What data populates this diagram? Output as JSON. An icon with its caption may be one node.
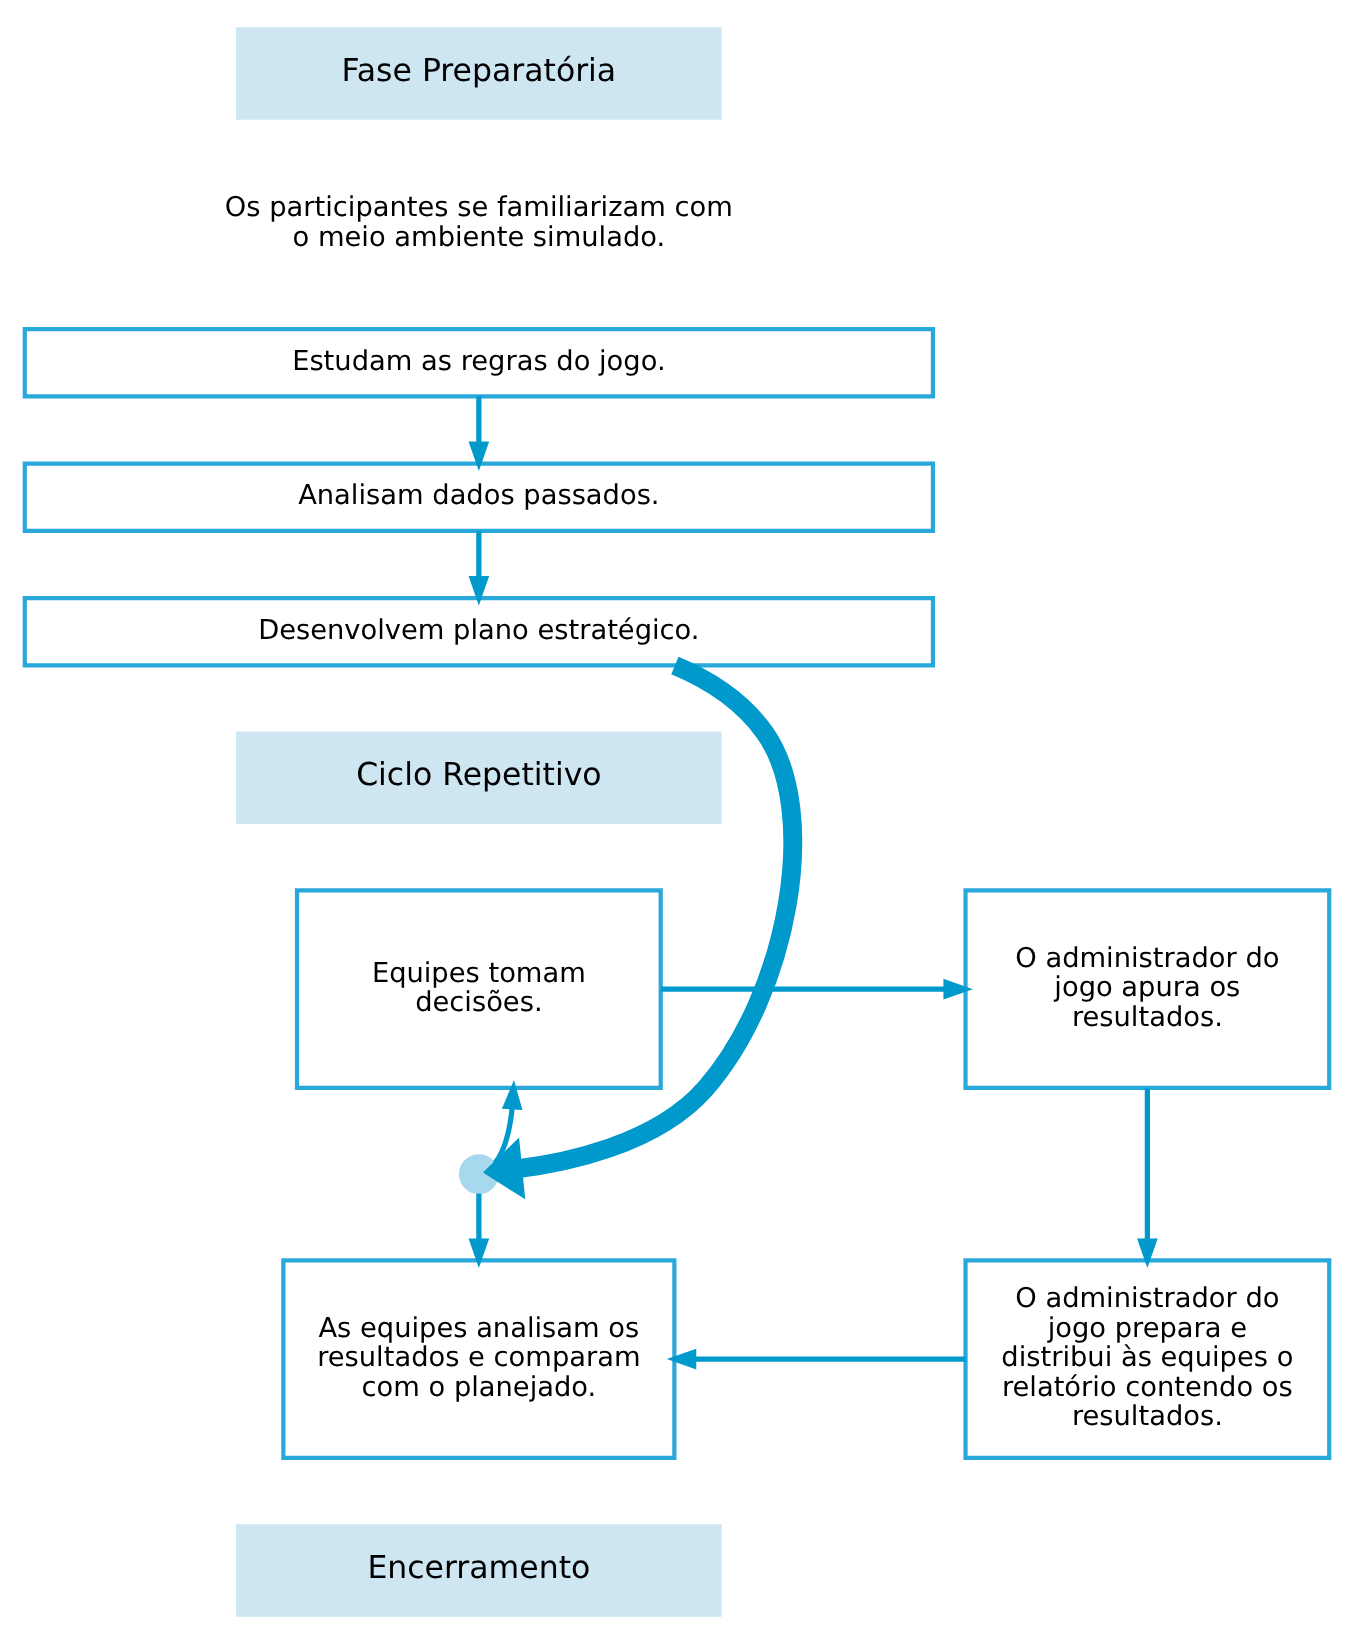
{
  "diagram": {
    "nodes": [
      {
        "text": [
          "Fase Preparatória"
        ]
      },
      {
        "text": [
          "Estudam as regras do jogo."
        ]
      },
      {
        "text": [
          "Analisam dados passados."
        ]
      },
      {
        "text": [
          "Desenvolvem plano estratégico."
        ]
      },
      {
        "text": [
          "Ciclo Repetitivo"
        ]
      },
      {
        "text": [
          "Equipes tomam decisões."
        ]
      },
      {
        "text": [
          "O administrador do jogo apura os resultados."
        ]
      },
      {
        "text": [],
        "shape": "circle"
      },
      {
        "text": [
          "As equipes analisam os resultados e comparam com o planejado."
        ]
      },
      {
        "text": [
          "O administrador do jogo prepara e distribui às equipes o relatório contendo os resultados."
        ]
      },
      {
        "text": [
          "Encerramento"
        ]
      }
    ],
    "edges": [
      {
        "from": 1,
        "to": 2,
        "arrow": "to"
      },
      {
        "from": 2,
        "to": 3,
        "arrow": "to"
      },
      {
        "from": 3,
        "to": 7,
        "arrow": "to",
        "style": "thick"
      },
      {
        "from": 7,
        "to": 5,
        "arrow": "to"
      },
      {
        "from": 7,
        "to": 8,
        "arrow": "to"
      },
      {
        "from": 5,
        "to": 6,
        "arrow": "to"
      },
      {
        "from": 6,
        "to": 9,
        "arrow": "to"
      },
      {
        "from": 9,
        "to": 8,
        "arrow": "to"
      }
    ],
    "labels": [
      "Os participantes se familiarizam com o meio ambiente simulado."
    ]
  }
}
